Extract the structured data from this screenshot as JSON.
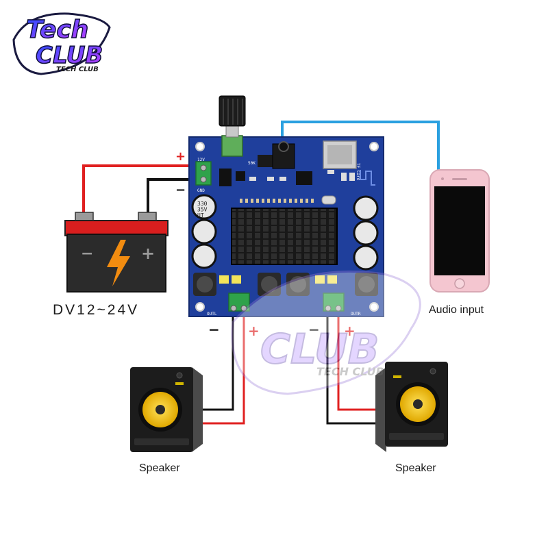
{
  "logo": {
    "brand_main": "Tech",
    "brand_sub": "CLUB",
    "brand_small": "TECH CLUB"
  },
  "watermark": {
    "main": "CLUB",
    "sub": "TECH CLUB"
  },
  "battery": {
    "voltage_label": "DV12~24V",
    "minus_sign": "−",
    "plus_sign": "+"
  },
  "power_terminal": {
    "plus_sign": "+",
    "minus_sign": "−",
    "label_top": "12V",
    "label_bottom": "GND"
  },
  "phone": {
    "label": "Audio input"
  },
  "board": {
    "cap_label": "330\n35V\nUT",
    "left_output_label": "OUTL",
    "right_output_label": "OUTR",
    "tf_card_label": "TF Card",
    "volume_label": "50K"
  },
  "left_output": {
    "minus_sign": "−",
    "plus_sign": "+"
  },
  "right_output": {
    "minus_sign": "−",
    "plus_sign": "+"
  },
  "left_speaker": {
    "label": "Speaker"
  },
  "right_speaker": {
    "label": "Speaker"
  },
  "colors": {
    "wire_red": "#e02020",
    "wire_black": "#111111",
    "wire_blue": "#2aa0e0",
    "pcb": "#1f3f9c",
    "heatsink": "#141414",
    "battery_red": "#d91e1e",
    "bolt": "#f28c10",
    "cone": "#f2c200",
    "phone_pink": "#f4c6d0",
    "logo_purple": "#7b2ff0"
  }
}
